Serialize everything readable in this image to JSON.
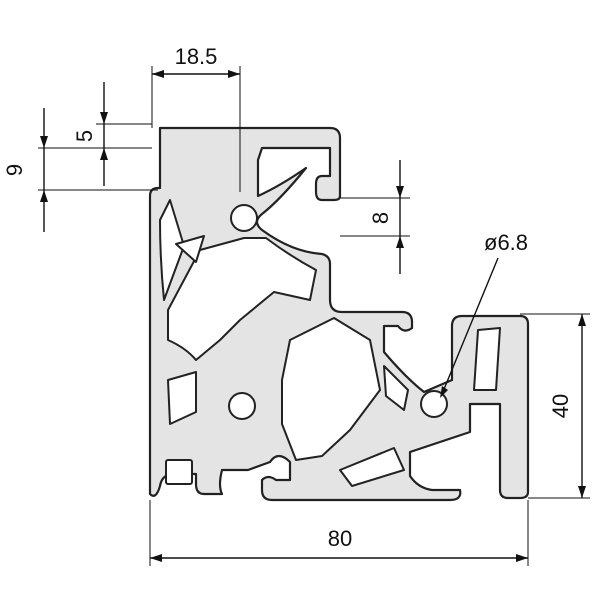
{
  "drawing": {
    "dimensions": {
      "slot_width": "18.5",
      "lip_height": "5",
      "offset": "9",
      "slot_opening": "8",
      "hole_diameter": "ø6.8",
      "height": "40",
      "width": "80"
    }
  }
}
